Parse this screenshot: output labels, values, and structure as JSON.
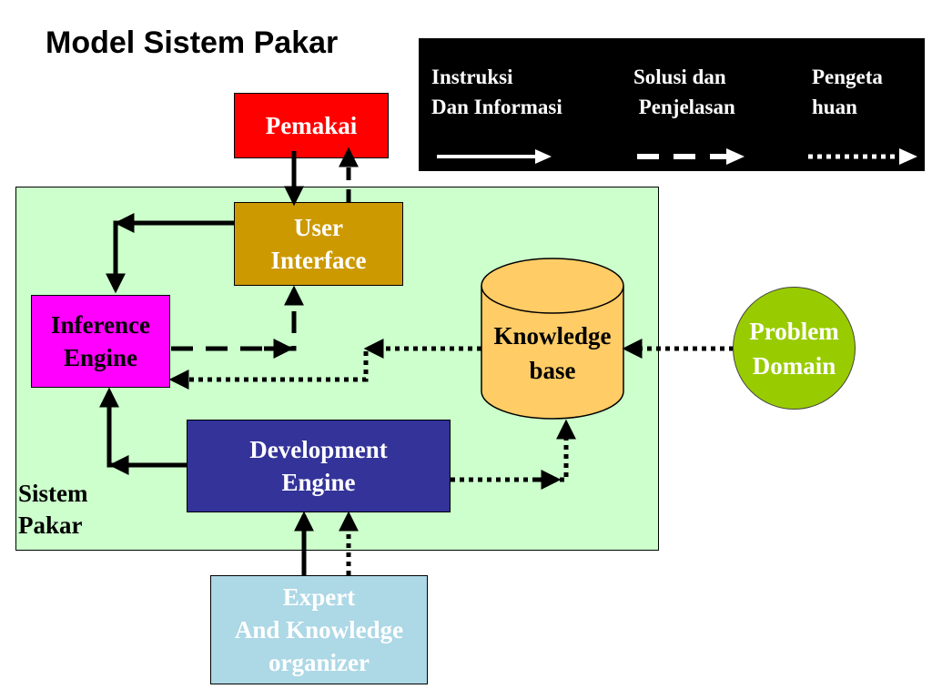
{
  "title": "Model Sistem Pakar",
  "legend": {
    "instruction_label": "Instruksi\nDan Informasi",
    "solution_label": "Solusi dan\n Penjelasan",
    "knowledge_label": "Pengeta\nhuan"
  },
  "nodes": {
    "user": "Pemakai",
    "user_interface": "User\nInterface",
    "inference_engine": "Inference\nEngine",
    "knowledge_base": "Knowledge\nbase",
    "problem_domain": "Problem\nDomain",
    "development_engine": "Development\nEngine",
    "expert": "Expert\nAnd Knowledge\norganizer"
  },
  "system_label": "Sistem\nPakar",
  "colors": {
    "user": "#ff0000",
    "user_interface": "#cc9900",
    "inference_engine": "#ff00ff",
    "knowledge_base": "#ffcc66",
    "problem_domain": "#99cc00",
    "development_engine": "#333399",
    "expert": "#add8e6",
    "system_background": "#ccffcc",
    "legend_background": "#000000"
  }
}
